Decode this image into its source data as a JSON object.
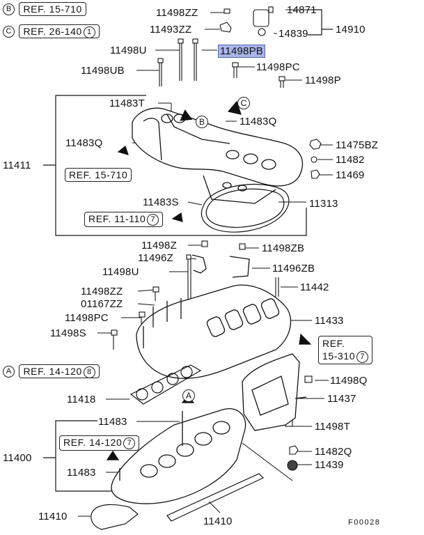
{
  "diagram": {
    "figure_code": "F00028",
    "highlighted_part": "11498PB",
    "markers": [
      "A",
      "B",
      "C"
    ],
    "refs": {
      "top_b": {
        "marker": "B",
        "text": "REF. 15-710"
      },
      "top_c": {
        "marker": "C",
        "text": "REF. 26-140",
        "num": "1"
      },
      "ref_15_710": {
        "text": "REF. 15-710"
      },
      "ref_11_110": {
        "text": "REF. 11-110",
        "num": "7"
      },
      "ref_15_310": {
        "text1": "REF.",
        "text2": "15-310",
        "num": "7"
      },
      "ref_14_120_a": {
        "marker": "A",
        "text": "REF. 14-120",
        "num": "8"
      },
      "ref_14_120_b": {
        "text": "REF. 14-120",
        "num": "7"
      }
    },
    "labels": {
      "p11498ZZ_top": "11498ZZ",
      "p14871": "14871",
      "p11493ZZ": "11493ZZ",
      "p14839": "14839",
      "p14910": "14910",
      "p11498U_top": "11498U",
      "p11498PB": "11498PB",
      "p11498UB": "11498UB",
      "p11498PC_top": "11498PC",
      "p11498P": "11498P",
      "p11483T": "11483T",
      "p11483Q_right": "11483Q",
      "p11483Q_left": "11483Q",
      "p11475BZ": "11475BZ",
      "p11411": "11411",
      "p11482": "11482",
      "p11469": "11469",
      "p11483S": "11483S",
      "p11313": "11313",
      "p11498Z": "11498Z",
      "p11498ZB": "11498ZB",
      "p11496Z": "11496Z",
      "p11496ZB": "11496ZB",
      "p11498U_mid": "11498U",
      "p11442": "11442",
      "p11498ZZ_mid": "11498ZZ",
      "p01167ZZ": "01167ZZ",
      "p11498PC_mid": "11498PC",
      "p11433": "11433",
      "p11498S": "11498S",
      "p11498Q": "11498Q",
      "p11418": "11418",
      "p11437": "11437",
      "p11483": "11483",
      "p11498T": "11498T",
      "p11400": "11400",
      "p11482Q": "11482Q",
      "p11483_low": "11483",
      "p11439": "11439",
      "p11410_left": "11410",
      "p11410_bottom": "11410"
    }
  }
}
